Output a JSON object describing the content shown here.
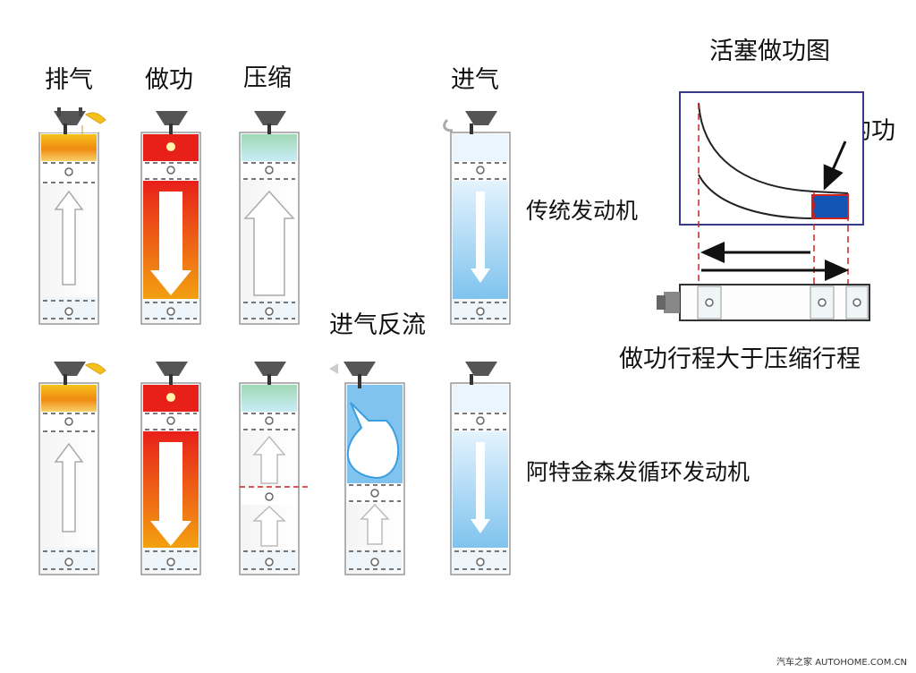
{
  "strokes": {
    "top_row": [
      "排气",
      "做功",
      "压缩",
      "进气"
    ],
    "backflow": "进气反流"
  },
  "engines": {
    "traditional": "传统发动机",
    "atkinson": "阿特金森发循环发动机"
  },
  "pv_diagram": {
    "title": "活塞做功图",
    "extra_work": "多出来的功",
    "caption": "做功行程大于压缩行程"
  },
  "watermark": "汽车之家 AUTOHOME.COM.CN",
  "colors": {
    "hot_top": "#e8201a",
    "hot_bottom": "#f3a011",
    "exhaust_top": "#f5c21b",
    "compress_band": "#9fd9b6",
    "intake_blue": "#7fc3ee",
    "extra_work_fill": "#1454b3",
    "frame": "#3a3a8a",
    "dash_red": "#cc2222"
  }
}
